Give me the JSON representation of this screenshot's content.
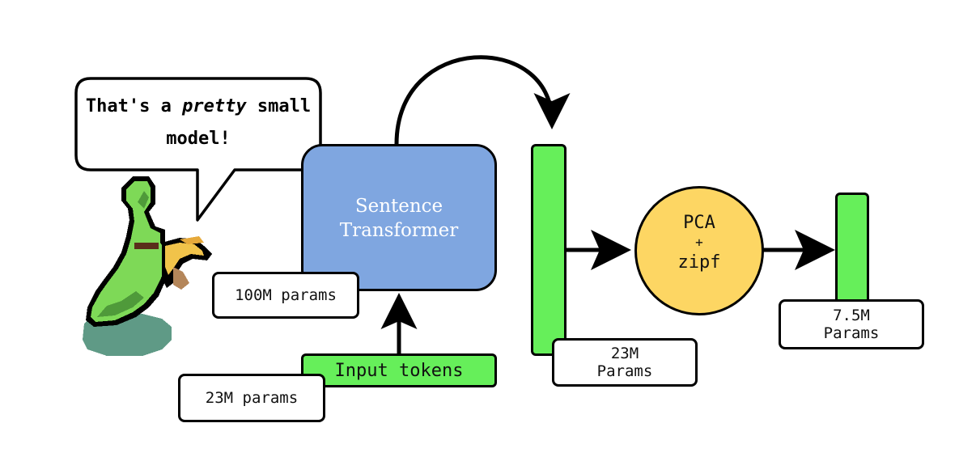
{
  "speech": {
    "part1": "That's a ",
    "emphasis": "pretty",
    "part2": " small",
    "line2": "model!"
  },
  "transformer": {
    "line1": "Sentence",
    "line2": "Transformer",
    "fill": "#7fa6e0"
  },
  "labels": {
    "transformer_params": "100M params",
    "input_tokens": "Input tokens",
    "embedding_params": "23M params",
    "mid_params_line1": "23M",
    "mid_params_line2": "Params",
    "final_params_line1": "7.5M",
    "final_params_line2": "Params"
  },
  "pca": {
    "line1": "PCA",
    "line2": "+",
    "line3": "zipf",
    "fill": "#fdd663"
  },
  "colors": {
    "vector_green": "#66ef5a",
    "stroke": "#000000"
  },
  "character": {
    "icon": "pixel-bird-character-icon"
  }
}
